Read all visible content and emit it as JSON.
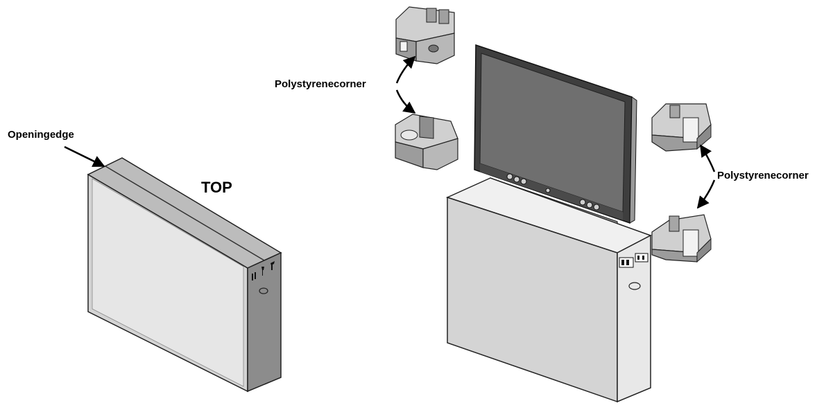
{
  "labels": {
    "opening_edge": "Openingedge",
    "top": "TOP",
    "polystyrene_left": "Polystyrenecorner",
    "polystyrene_right": "Polystyrenecorner"
  },
  "colors": {
    "box_face": "#d6d6d6",
    "box_side": "#8a8a8a",
    "box_top": "#bdbdbd",
    "monitor_frame": "#5a5a5a",
    "monitor_screen": "#6e6e6e",
    "foam": "#b5b5b5",
    "outline": "#222222"
  }
}
